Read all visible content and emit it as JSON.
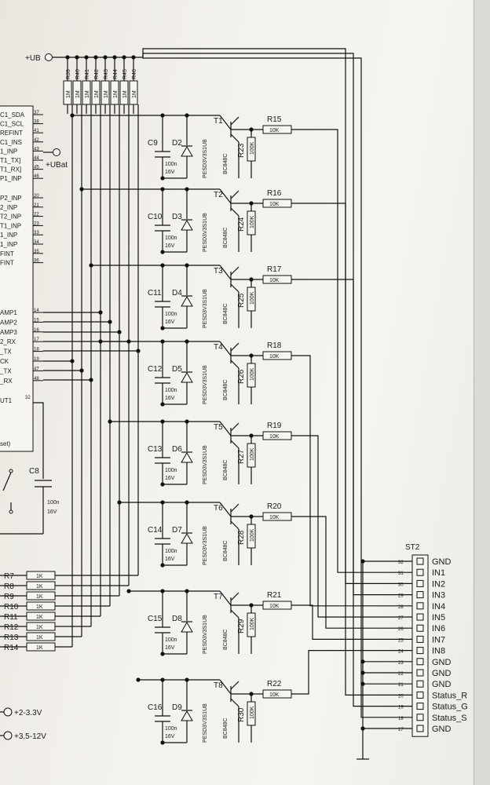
{
  "power": {
    "ub": "+UB",
    "ubat": "+UBat",
    "v1": "+2-3.3V",
    "v2": "+3.5-12V"
  },
  "pullups": {
    "names": [
      "R39",
      "R40",
      "R41",
      "R42",
      "R43",
      "R44",
      "R45",
      "R46"
    ],
    "value": "1M"
  },
  "mcu": {
    "pins_top": [
      {
        "name": "C1_SDA",
        "num": "37"
      },
      {
        "name": "C1_SCL",
        "num": "38"
      },
      {
        "name": "REFINT",
        "num": "41"
      },
      {
        "name": "C1_INS",
        "num": "42"
      },
      {
        "name": "1_INP",
        "num": "43"
      },
      {
        "name": "T1_TX]",
        "num": "44"
      },
      {
        "name": "T1_RX]",
        "num": "45"
      },
      {
        "name": "P1_INP",
        "num": "46"
      }
    ],
    "pins_mid": [
      {
        "name": "P2_INP",
        "num": "20"
      },
      {
        "name": "2_INP",
        "num": "21"
      },
      {
        "name": "T2_INP",
        "num": "22"
      },
      {
        "name": "T1_INP",
        "num": "23"
      },
      {
        "name": "1_INP",
        "num": "33"
      },
      {
        "name": "1_INP",
        "num": "34"
      },
      {
        "name": "FINT",
        "num": "35"
      },
      {
        "name": "FINT",
        "num": "36"
      }
    ],
    "pins_low": [
      {
        "name": "AMP1",
        "num": "14"
      },
      {
        "name": "AMP2",
        "num": "15"
      },
      {
        "name": "AMP3",
        "num": "16"
      },
      {
        "name": "2_RX",
        "num": "17"
      },
      {
        "name": "_TX",
        "num": "18"
      },
      {
        "name": "CK",
        "num": "19"
      },
      {
        "name": "_TX",
        "num": "47"
      },
      {
        "name": "_RX",
        "num": "48"
      }
    ],
    "pin_out": {
      "name": "UT1",
      "num": "32"
    },
    "reset_text": "set)"
  },
  "cap_c8": {
    "name": "C8",
    "value": "100n",
    "voltage": "16V"
  },
  "series_resistors": {
    "names": [
      "R7",
      "R8",
      "R9",
      "R10",
      "R11",
      "R12",
      "R13",
      "R14"
    ],
    "value": "1K"
  },
  "channels": [
    {
      "cap": "C9",
      "diode": "D2",
      "tvs": "PESD3V3S1UB",
      "tr": "T1",
      "bias": "R15",
      "pull": "R23"
    },
    {
      "cap": "C10",
      "diode": "D3",
      "tvs": "PESD3V3S1UB",
      "tr": "T2",
      "bias": "R16",
      "pull": "R24"
    },
    {
      "cap": "C11",
      "diode": "D4",
      "tvs": "PESD3V3S1UB",
      "tr": "T3",
      "bias": "R17",
      "pull": "R25"
    },
    {
      "cap": "C12",
      "diode": "D5",
      "tvs": "PESD3V3S1UB",
      "tr": "T4",
      "bias": "R18",
      "pull": "R26"
    },
    {
      "cap": "C13",
      "diode": "D6",
      "tvs": "PESD3V3S1UB",
      "tr": "T5",
      "bias": "R19",
      "pull": "R27"
    },
    {
      "cap": "C14",
      "diode": "D7",
      "tvs": "PESD3V3S1UB",
      "tr": "T6",
      "bias": "R20",
      "pull": "R28"
    },
    {
      "cap": "C15",
      "diode": "D8",
      "tvs": "PESD3V3S1UB",
      "tr": "T7",
      "bias": "R21",
      "pull": "R29"
    },
    {
      "cap": "C16",
      "diode": "D9",
      "tvs": "PESD3V3S1UB",
      "tr": "T8",
      "bias": "R22",
      "pull": "R30"
    }
  ],
  "channel_values": {
    "cap": "100n",
    "cap_v": "16V",
    "transistor": "BC848C",
    "bias": "10K",
    "pull": "100K"
  },
  "connector": {
    "name": "ST2",
    "pins": [
      {
        "num": "32",
        "label": "GND"
      },
      {
        "num": "31",
        "label": "IN1"
      },
      {
        "num": "30",
        "label": "IN2"
      },
      {
        "num": "29",
        "label": "IN3"
      },
      {
        "num": "28",
        "label": "IN4"
      },
      {
        "num": "27",
        "label": "IN5"
      },
      {
        "num": "26",
        "label": "IN6"
      },
      {
        "num": "25",
        "label": "IN7"
      },
      {
        "num": "24",
        "label": "IN8"
      },
      {
        "num": "23",
        "label": "GND"
      },
      {
        "num": "22",
        "label": "GND"
      },
      {
        "num": "21",
        "label": "GND"
      },
      {
        "num": "20",
        "label": "Status_R"
      },
      {
        "num": "19",
        "label": "Status_G"
      },
      {
        "num": "18",
        "label": "Status_S"
      },
      {
        "num": "17",
        "label": "GND"
      }
    ]
  }
}
